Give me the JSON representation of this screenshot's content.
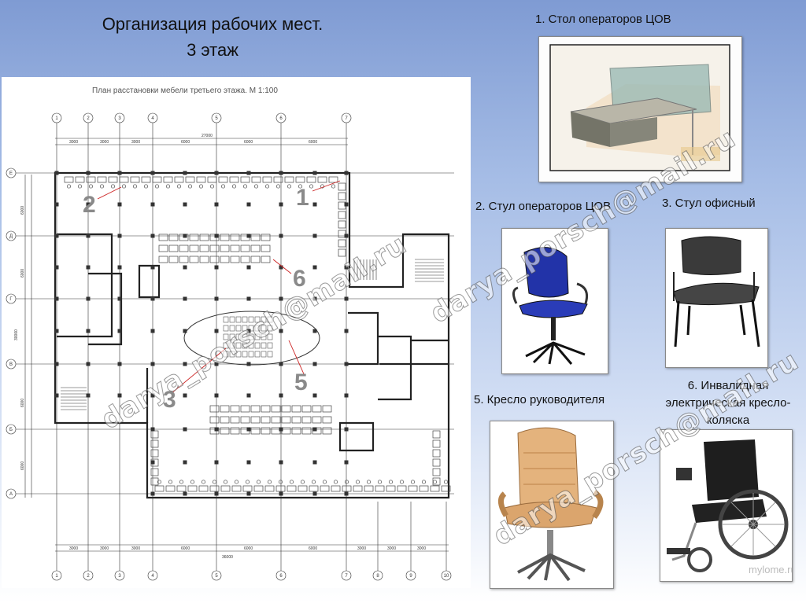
{
  "slide": {
    "title_line1": "Организация рабочих мест.",
    "title_line2": "3 этаж"
  },
  "plan": {
    "caption": "План расстановки мебели третьего этажа. М 1:100",
    "axes_top": [
      "1",
      "2",
      "3",
      "4",
      "5",
      "6",
      "7"
    ],
    "axes_bottom": [
      "1",
      "2",
      "3",
      "4",
      "5",
      "6",
      "7",
      "8",
      "9",
      "10"
    ],
    "axes_left": [
      "Е",
      "Д",
      "Г",
      "В",
      "Б",
      "А"
    ],
    "dims_top": [
      "3000",
      "3000",
      "3000",
      "6000",
      "6000",
      "6000"
    ],
    "dim_top_total": "27000",
    "dims_bottom": [
      "3000",
      "3000",
      "3000",
      "6000",
      "6000",
      "6000",
      "3000",
      "3000",
      "3000"
    ],
    "dim_bottom_total": "36000",
    "dims_left": [
      "6000",
      "6000",
      "6000",
      "6000",
      "6000"
    ],
    "dim_left_total": "30000",
    "markers": [
      "1",
      "2",
      "3",
      "5",
      "6"
    ]
  },
  "items": [
    {
      "label": "1. Стол операторов ЦОВ"
    },
    {
      "label": "2. Стул операторов ЦОВ"
    },
    {
      "label": "3. Стул офисный"
    },
    {
      "label": "5. Кресло руководителя"
    },
    {
      "label_line1": "6. Инвалидная",
      "label_line2": "электрическая кресло-",
      "label_line3": "коляска"
    }
  ],
  "watermark": {
    "text": "darya_porsch@mail.ru"
  },
  "photo_watermark": {
    "text": "mylome.ru"
  },
  "colors": {
    "accent_line": "#cc2222",
    "plan_line": "#222222",
    "marker": "#8a8a8a"
  }
}
